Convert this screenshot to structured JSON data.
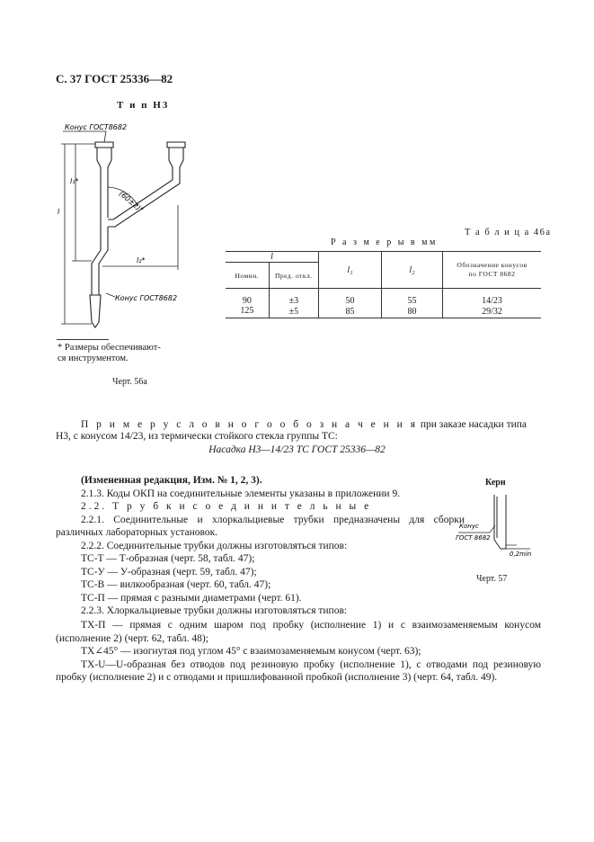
{
  "header": "С. 37 ГОСТ 25336—82",
  "type_title": "Т и п   Н3",
  "drawing": {
    "cone_top": "Конус ГОСТ8682",
    "cone_bottom": "Конус ГОСТ8682",
    "angle": "(60±2)°",
    "l": "l",
    "l1": "l₁*",
    "l2": "l₂*"
  },
  "footnote": [
    "* Размеры обеспечивают-",
    "ся инструментом."
  ],
  "figure_caption": "Черт. 56а",
  "table": {
    "number": "Т а б л и ц а  46а",
    "units": "Р а з м е р ы   в  мм",
    "headers": {
      "l": "l",
      "nominal": "Номин.",
      "deviation": "Пред. откл.",
      "l1": "l₁",
      "l2": "l₂",
      "cone": [
        "Обозначение конусов",
        "по ГОСТ 8682"
      ]
    },
    "rows": [
      [
        "90",
        "±3",
        "50",
        "55",
        "14/23"
      ],
      [
        "125",
        "±5",
        "85",
        "80",
        "29/32"
      ]
    ]
  },
  "example": {
    "spaced": "П р и м е р  у с л о в н о г о  о б о з н а ч е н и я",
    "rest": " при заказе насадки типа Н3, с конусом 14/23, из термически стойкого стекла группы ТС:"
  },
  "designation": "Насадка  Н3—14/23 ТС ГОСТ 25336—82",
  "paragraphs1": [
    "(Измененная редакция, Изм. № 1, 2, 3).",
    "2.1.3. Коды ОКП на соединительные элементы указаны в приложении 9.",
    "2.2.  Т р у б к и   с о е д и н и т е л ь н ы е",
    "2.2.1. Соединительные и хлоркальциевые трубки предназначены для сборки различных лабораторных установок.",
    "2.2.2. Соединительные трубки должны изготовляться типов:",
    "ТС-Т — Т-образная (черт. 58, табл. 47);",
    "ТС-У — У-образная (черт. 59, табл. 47);",
    "ТС-В — вилкообразная (черт. 60, табл. 47);",
    "ТС-П — прямая с разными диаметрами (черт. 61).",
    "2.2.3. Хлоркальциевые трубки должны изготовляться типов:"
  ],
  "paragraphs2": [
    "ТХ-П — прямая с одним шаром под пробку (исполнение 1) и с взаимозаменяемым конусом (исполнение 2) (черт. 62, табл. 48);",
    "ТХ∠45° — изогнутая под углом 45° с взаимозаменяемым конусом (черт. 63);",
    "ТХ-U—U-образная без отводов под резиновую пробку (исполнение 1), с отводами под резиновую пробку (исполнение 2) и с отводами и пришлифованной пробкой (исполнение 3) (черт. 64, табл. 49)."
  ],
  "kern": {
    "title": "Керн",
    "cone": [
      "Конус",
      "ГОСТ 8682"
    ],
    "size": "0,2min",
    "caption": "Черт. 57"
  }
}
